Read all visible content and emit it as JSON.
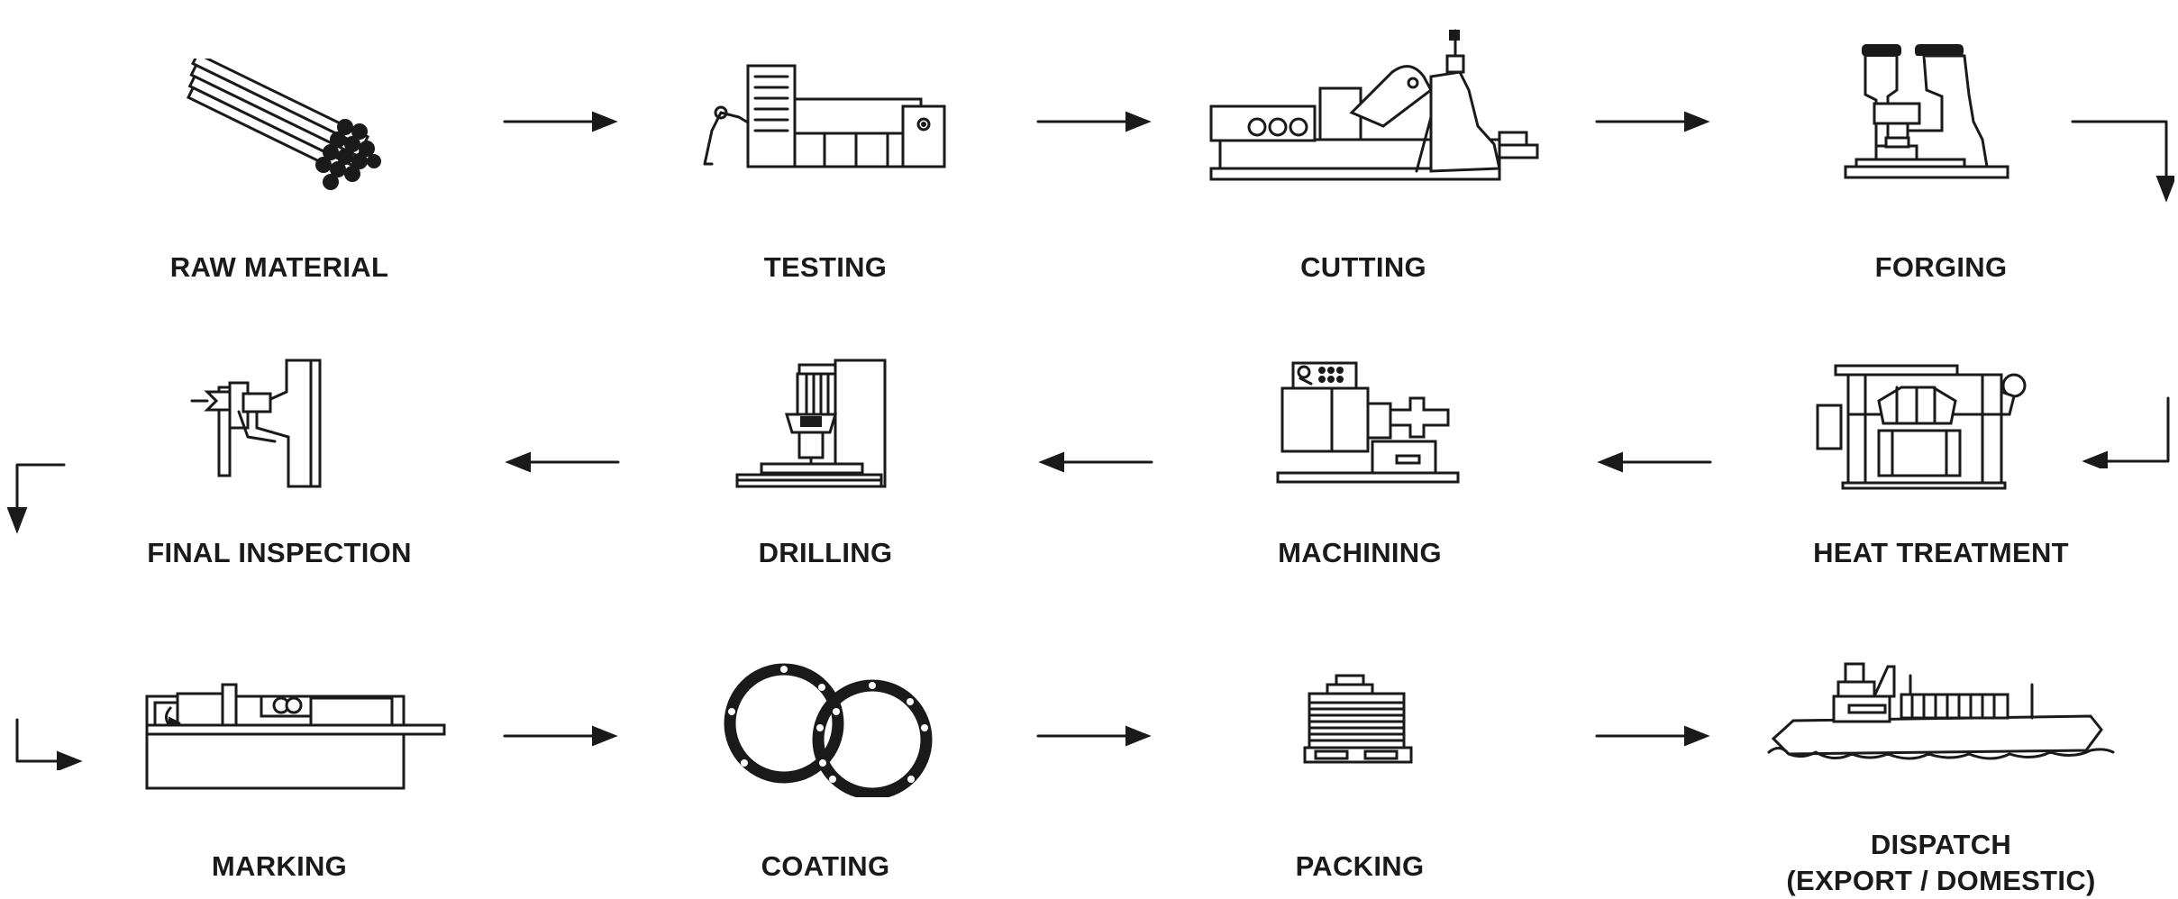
{
  "diagram": {
    "stages": [
      {
        "id": "raw-material",
        "label": "RAW MATERIAL",
        "icon": "steel-bars-icon"
      },
      {
        "id": "testing",
        "label": "TESTING",
        "icon": "testing-machine-icon"
      },
      {
        "id": "cutting",
        "label": "CUTTING",
        "icon": "cutting-machine-icon"
      },
      {
        "id": "forging",
        "label": "FORGING",
        "icon": "forging-press-icon"
      },
      {
        "id": "heat-treatment",
        "label": "HEAT TREATMENT",
        "icon": "furnace-icon"
      },
      {
        "id": "machining",
        "label": "MACHINING",
        "icon": "lathe-icon"
      },
      {
        "id": "drilling",
        "label": "DRILLING",
        "icon": "drill-press-icon"
      },
      {
        "id": "final-inspection",
        "label": "FINAL INSPECTION",
        "icon": "inspection-gauge-icon"
      },
      {
        "id": "marking",
        "label": "MARKING",
        "icon": "marking-machine-icon"
      },
      {
        "id": "coating",
        "label": "COATING",
        "icon": "coated-rings-icon"
      },
      {
        "id": "packing",
        "label": "PACKING",
        "icon": "stacked-pallet-icon"
      },
      {
        "id": "dispatch",
        "label": "DISPATCH",
        "sublabel": "(EXPORT / DOMESTIC)",
        "icon": "cargo-ship-icon"
      }
    ],
    "arrow_icon": "arrow-icon"
  }
}
